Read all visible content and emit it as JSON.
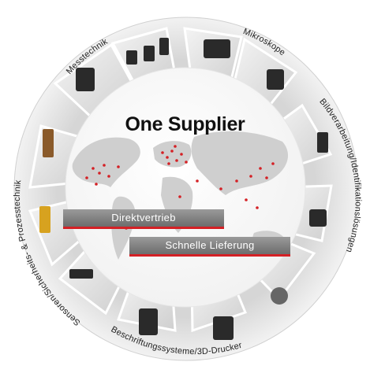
{
  "center": {
    "title": "One Supplier",
    "banners": [
      "Direktvertrieb",
      "Schnelle Lieferung"
    ]
  },
  "ring_labels": {
    "messtechnik": "Messtechnik",
    "mikroskope": "Mikroskope",
    "bildverarbeitung": "Bildverarbeitung/Identifikationslösungen",
    "beschriftung": "Beschriftungssysteme/3D-Drucker",
    "sensoren": "Sensoren/Sicherheits- & Prozesstechnik"
  },
  "colors": {
    "accent": "#d42025",
    "banner_gray": "#7f7f7f",
    "ring_light": "#eeeeee",
    "map_gray": "#c9c9c9"
  }
}
